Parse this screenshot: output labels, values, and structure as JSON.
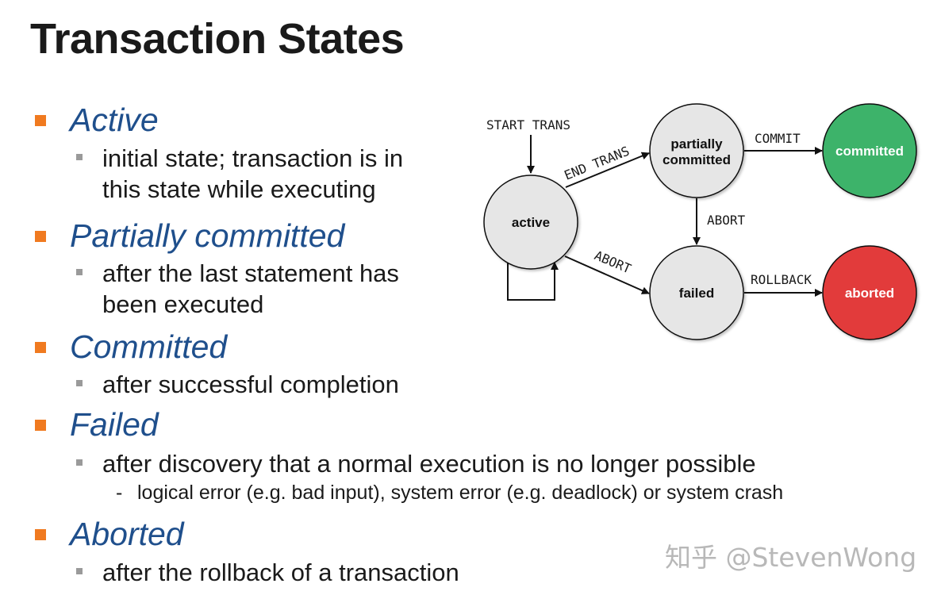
{
  "title": "Transaction States",
  "states": [
    {
      "label": "Active",
      "desc": [
        "initial state; transaction is in",
        "this state while executing"
      ]
    },
    {
      "label": "Partially committed",
      "desc": [
        "after the last statement has",
        "been executed"
      ]
    },
    {
      "label": "Committed",
      "desc": [
        "after successful completion"
      ]
    },
    {
      "label": "Failed",
      "desc": [
        "after discovery that a normal execution is no longer possible"
      ],
      "detail": "logical error (e.g. bad input), system error (e.g. deadlock) or system crash"
    },
    {
      "label": "Aborted",
      "desc": [
        "after the rollback of a transaction"
      ]
    }
  ],
  "diagram": {
    "nodes": {
      "active": "active",
      "partially_line1": "partially",
      "partially_line2": "committed",
      "committed": "committed",
      "failed": "failed",
      "aborted": "aborted"
    },
    "edges": {
      "start": "START TRANS",
      "end_trans": "END TRANS",
      "commit": "COMMIT",
      "abort_from_partial": "ABORT",
      "abort_from_active": "ABORT",
      "rollback": "ROLLBACK"
    },
    "colors": {
      "node_fill": "#e6e6e6",
      "committed_fill": "#3cb36a",
      "aborted_fill": "#e23a3a",
      "bullet": "#f07a20",
      "heading": "#1f4f8c"
    }
  },
  "watermark": "知乎 @StevenWong"
}
